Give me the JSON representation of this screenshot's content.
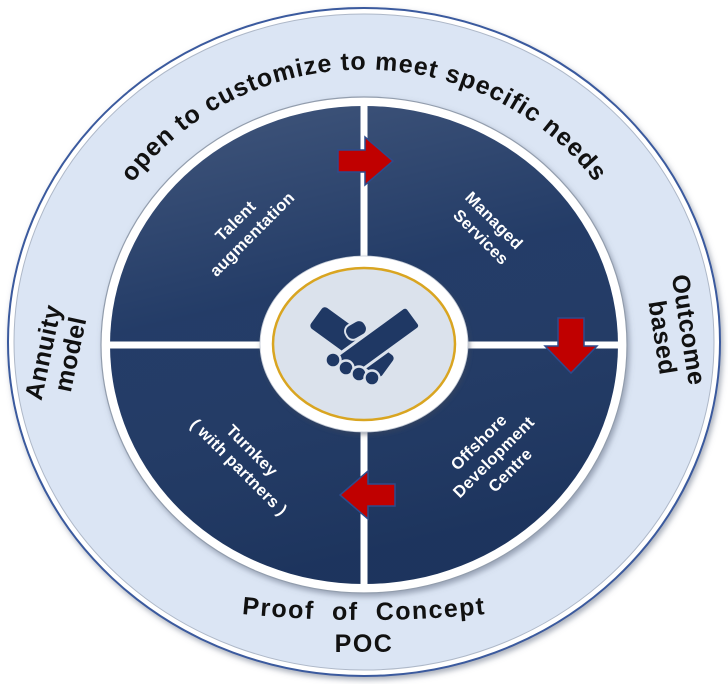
{
  "diagram_title": "engagement-models-wheel",
  "ring": {
    "top_label": "open to customize to meet specific needs",
    "right_label_line1": "Outcome",
    "right_label_line2": "based",
    "bottom_label_line1": "Proof of Concept",
    "bottom_label_line2": "POC",
    "left_label_line1": "Annuity",
    "left_label_line2": "model"
  },
  "quadrants": {
    "top_left": {
      "line1": "Talent",
      "line2": "augmentation"
    },
    "top_right": {
      "line1": "Managed",
      "line2": "Services"
    },
    "bottom_right": {
      "line1": "Offshore",
      "line2": "Development",
      "line3": "Centre"
    },
    "bottom_left": {
      "line1": "Turnkey",
      "line2": "( with partners )"
    }
  },
  "center": {
    "icon": "handshake"
  },
  "arrows": {
    "top_direction": "right",
    "right_direction": "down",
    "bottom_direction": "left",
    "flow": "clockwise"
  },
  "colors": {
    "wheel": "#1f3864",
    "ring_fill": "#dbe5f4",
    "arrow": "#c00000",
    "gold": "#d9a521",
    "center_fill": "#dbe2ec",
    "wheel_text": "#ffffff",
    "ring_text": "#111111"
  }
}
